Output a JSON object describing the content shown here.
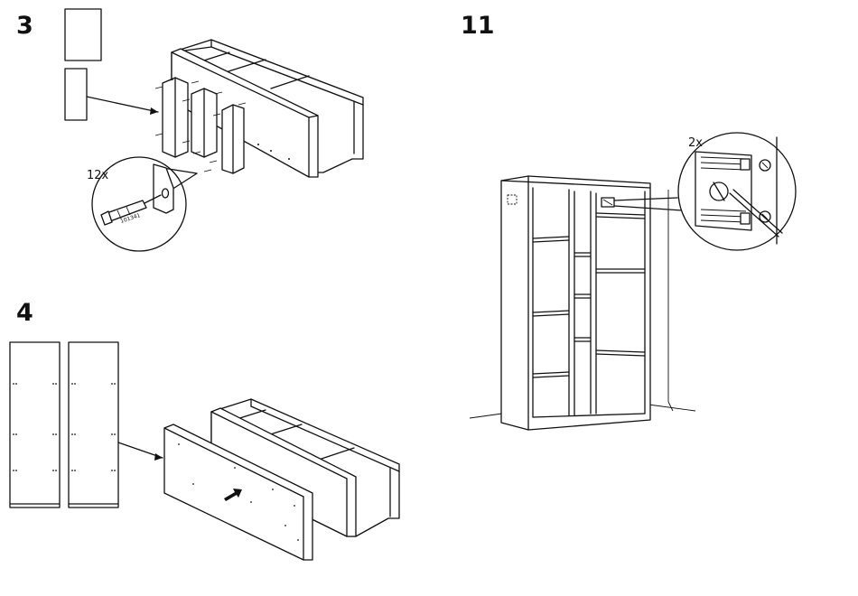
{
  "steps": [
    {
      "number": "3",
      "quantity": "12x",
      "part_code": "101341"
    },
    {
      "number": "4"
    },
    {
      "number": "11",
      "quantity": "2x"
    }
  ]
}
